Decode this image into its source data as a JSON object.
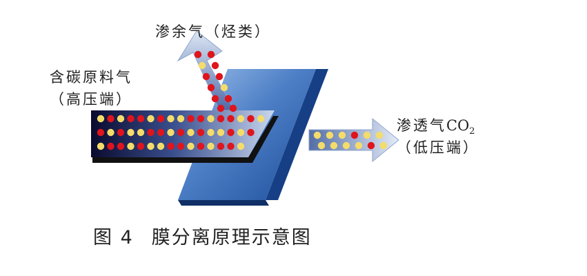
{
  "labels": {
    "retentate_text": "渗余气（烃类",
    "retentate_close": "）",
    "feed_line1": "含碳原料气",
    "feed_line2": "（高压端）",
    "permeate_prefix": "渗透气",
    "permeate_formula": "CO",
    "permeate_sub": "2",
    "permeate_line2": "（低压端）"
  },
  "caption": {
    "figure_no": "图 4",
    "title": "膜分离原理示意图"
  },
  "colors": {
    "red_dot": "#e0141c",
    "yellow_dot": "#f4dc6a",
    "membrane": "#2b5fae",
    "arrow_light": "#d6e2f3"
  }
}
